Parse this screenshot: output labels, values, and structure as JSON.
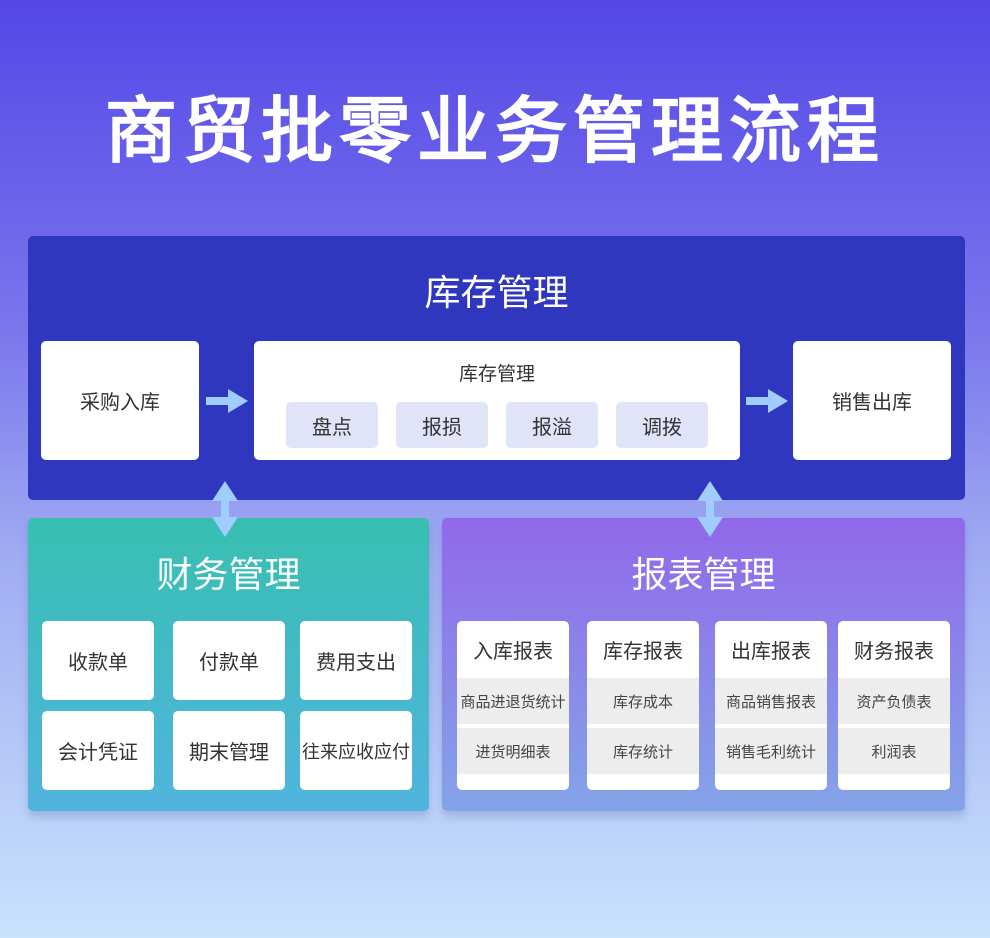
{
  "title": "商贸批零业务管理流程",
  "inventory": {
    "title": "库存管理",
    "purchase": "采购入库",
    "center_title": "库存管理",
    "chips": [
      "盘点",
      "报损",
      "报溢",
      "调拨"
    ],
    "sales": "销售出库"
  },
  "finance": {
    "title": "财务管理",
    "items": [
      "收款单",
      "付款单",
      "费用支出",
      "会计凭证",
      "期末管理",
      "往来应收应付"
    ]
  },
  "reports": {
    "title": "报表管理",
    "columns": [
      {
        "title": "入库报表",
        "items": [
          "商品进退货统计",
          "进货明细表"
        ]
      },
      {
        "title": "库存报表",
        "items": [
          "库存成本",
          "库存统计"
        ]
      },
      {
        "title": "出库报表",
        "items": [
          "商品销售报表",
          "销售毛利统计"
        ]
      },
      {
        "title": "财务报表",
        "items": [
          "资产负债表",
          "利润表"
        ]
      }
    ]
  }
}
